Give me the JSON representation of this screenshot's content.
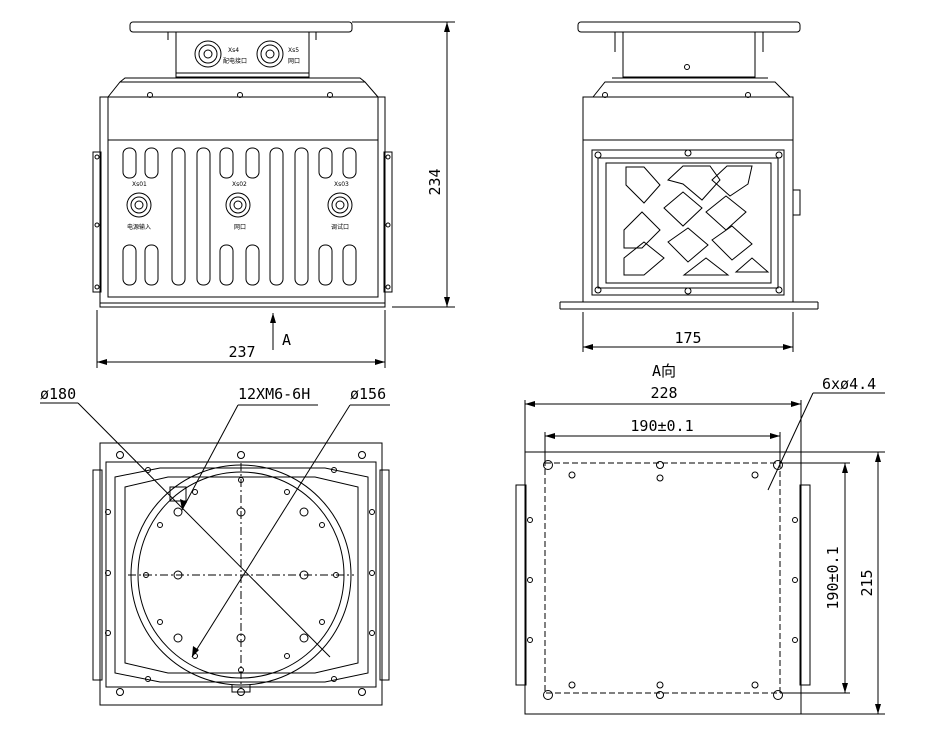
{
  "dimensions": {
    "front_height": "234",
    "front_width": "237",
    "side_width": "175",
    "bottom_outer_width": "228",
    "hole_spacing_x": "190±0.1",
    "hole_spacing_y": "190±0.1",
    "bottom_outer_height": "215",
    "hole_spec": "6xø4.4"
  },
  "labels": {
    "view_arrow": "A",
    "view_a_title": "A向",
    "dia_180": "ø180",
    "thread_spec": "12XM6-6H",
    "dia_156": "ø156"
  },
  "connectors": {
    "top_left_code": "Xs4",
    "top_left_name": "配电接口",
    "top_right_code": "Xs5",
    "top_right_name": "网口",
    "x1_code": "Xs01",
    "x1_name": "电源输入",
    "x2_code": "Xs02",
    "x2_name": "网口",
    "x3_code": "Xs03",
    "x3_name": "调试口"
  }
}
